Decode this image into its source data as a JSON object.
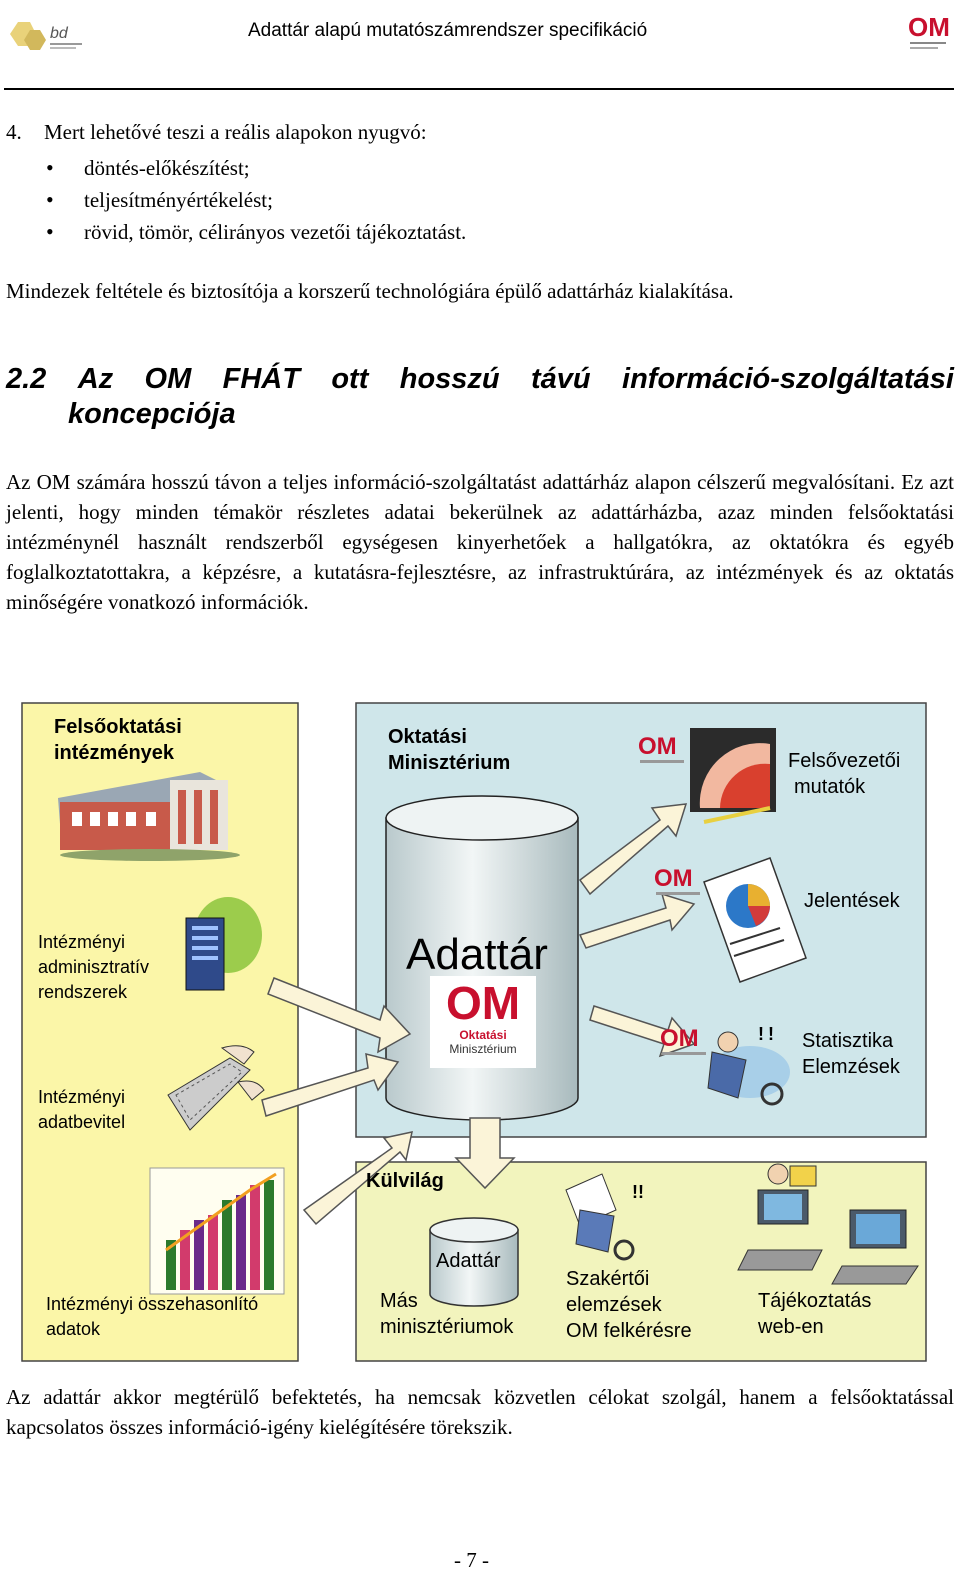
{
  "header": {
    "title": "Adattár alapú mutatószámrendszer specifikáció",
    "left_logo_text": "bd",
    "right_logo_text": "OM"
  },
  "list": {
    "number": "4.",
    "intro": "Mert lehetővé teszi a reális alapokon nyugvó:",
    "bullets": [
      "döntés-előkészítést;",
      "teljesítményértékelést;",
      "rövid, tömör, célirányos vezetői tájékoztatást."
    ]
  },
  "summary": "Mindezek feltétele és biztosítója a korszerű technológiára épülő adattárház kialakítása.",
  "section": {
    "line1_words": [
      "2.2",
      "Az",
      "OM",
      "FHÁT",
      "ott",
      "hosszú",
      "távú",
      "információ-szolgáltatási"
    ],
    "line2": "koncepciója"
  },
  "body_paragraph": "Az OM számára hosszú távon a teljes információ-szolgáltatást adattárház alapon célszerű megvalósítani. Ez azt jelenti, hogy minden témakör részletes adatai bekerülnek az adattárházba, azaz minden felsőoktatási intézménynél használt rendszerből egységesen kinyerhetőek a hallgatókra, az oktatókra és egyéb foglalkoztatottakra, a képzésre, a kutatásra-fejlesztésre, az infrastruktúrára, az intézmények és az oktatás minőségére vonatkozó információk.",
  "diagram": {
    "left_panel": {
      "title_l1": "Felsőoktatási",
      "title_l2": "intézmények",
      "admin_l1": "Intézményi",
      "admin_l2": "adminisztratív",
      "admin_l3": "rendszerek",
      "input_l1": "Intézményi",
      "input_l2": "adatbevitel",
      "compare_l1": "Intézményi összehasonlító",
      "compare_l2": "adatok"
    },
    "ministry_panel": {
      "title_l1": "Oktatási",
      "title_l2": "Minisztérium",
      "cylinder_label": "Adattár",
      "logo_text": "OM",
      "logo_sub1": "Oktatási",
      "logo_sub2": "Minisztérium",
      "exec_l1": "Felsővezetői",
      "exec_l2": "mutatók",
      "reports": "Jelentések",
      "stats_l1": "Statisztika",
      "stats_l2": "Elemzések"
    },
    "outside_panel": {
      "title": "Külvilág",
      "cylinder_label": "Adattár",
      "other_l1": "Más",
      "other_l2": "minisztériumok",
      "expert_l1": "Szakértői",
      "expert_l2": "elemzések",
      "expert_l3": "OM felkérésre",
      "web_l1": "Tájékoztatás",
      "web_l2": "web-en"
    },
    "colors": {
      "left_bg": "#fbf6a8",
      "ministry_bg": "#cfe6ea",
      "outside_bg": "#f2f4bd",
      "cylinder_top": "#eef3f3",
      "om_red": "#c8102e"
    }
  },
  "closing_paragraph": "Az adattár akkor megtérülő befektetés, ha nemcsak közvetlen célokat szolgál, hanem a felsőoktatással kapcsolatos összes információ-igény kielégítésére törekszik.",
  "footer": {
    "page": "- 7 -"
  }
}
